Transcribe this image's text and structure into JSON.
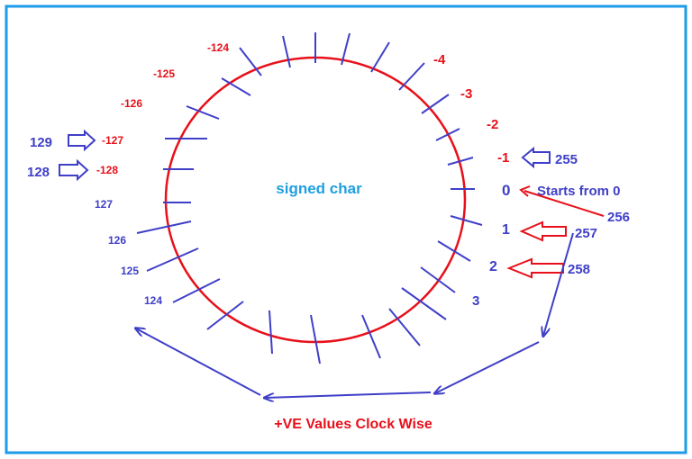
{
  "colors": {
    "frame": "#1e9be9",
    "circle": "#e8101a",
    "tick": "#3f3fc8",
    "blue_text": "#3f3fc8",
    "red_text": "#e8101a",
    "center_text": "#20a0e0"
  },
  "title": "signed char",
  "start_note": "Starts from 0",
  "direction_caption": "+VE Values Clock Wise",
  "labels": {
    "neg124": "-124",
    "neg125": "-125",
    "neg126": "-126",
    "neg127": "-127",
    "neg128": "-128",
    "neg4": "-4",
    "neg3": "-3",
    "neg2": "-2",
    "neg1": "-1",
    "zero": "0",
    "one": "1",
    "two": "2",
    "three": "3",
    "p127": "127",
    "p126": "126",
    "p125": "125",
    "p124": "124"
  },
  "overflow_labels": {
    "u129": "129",
    "u128": "128",
    "u255": "255",
    "u256": "256",
    "u257": "257",
    "u258": "258"
  }
}
